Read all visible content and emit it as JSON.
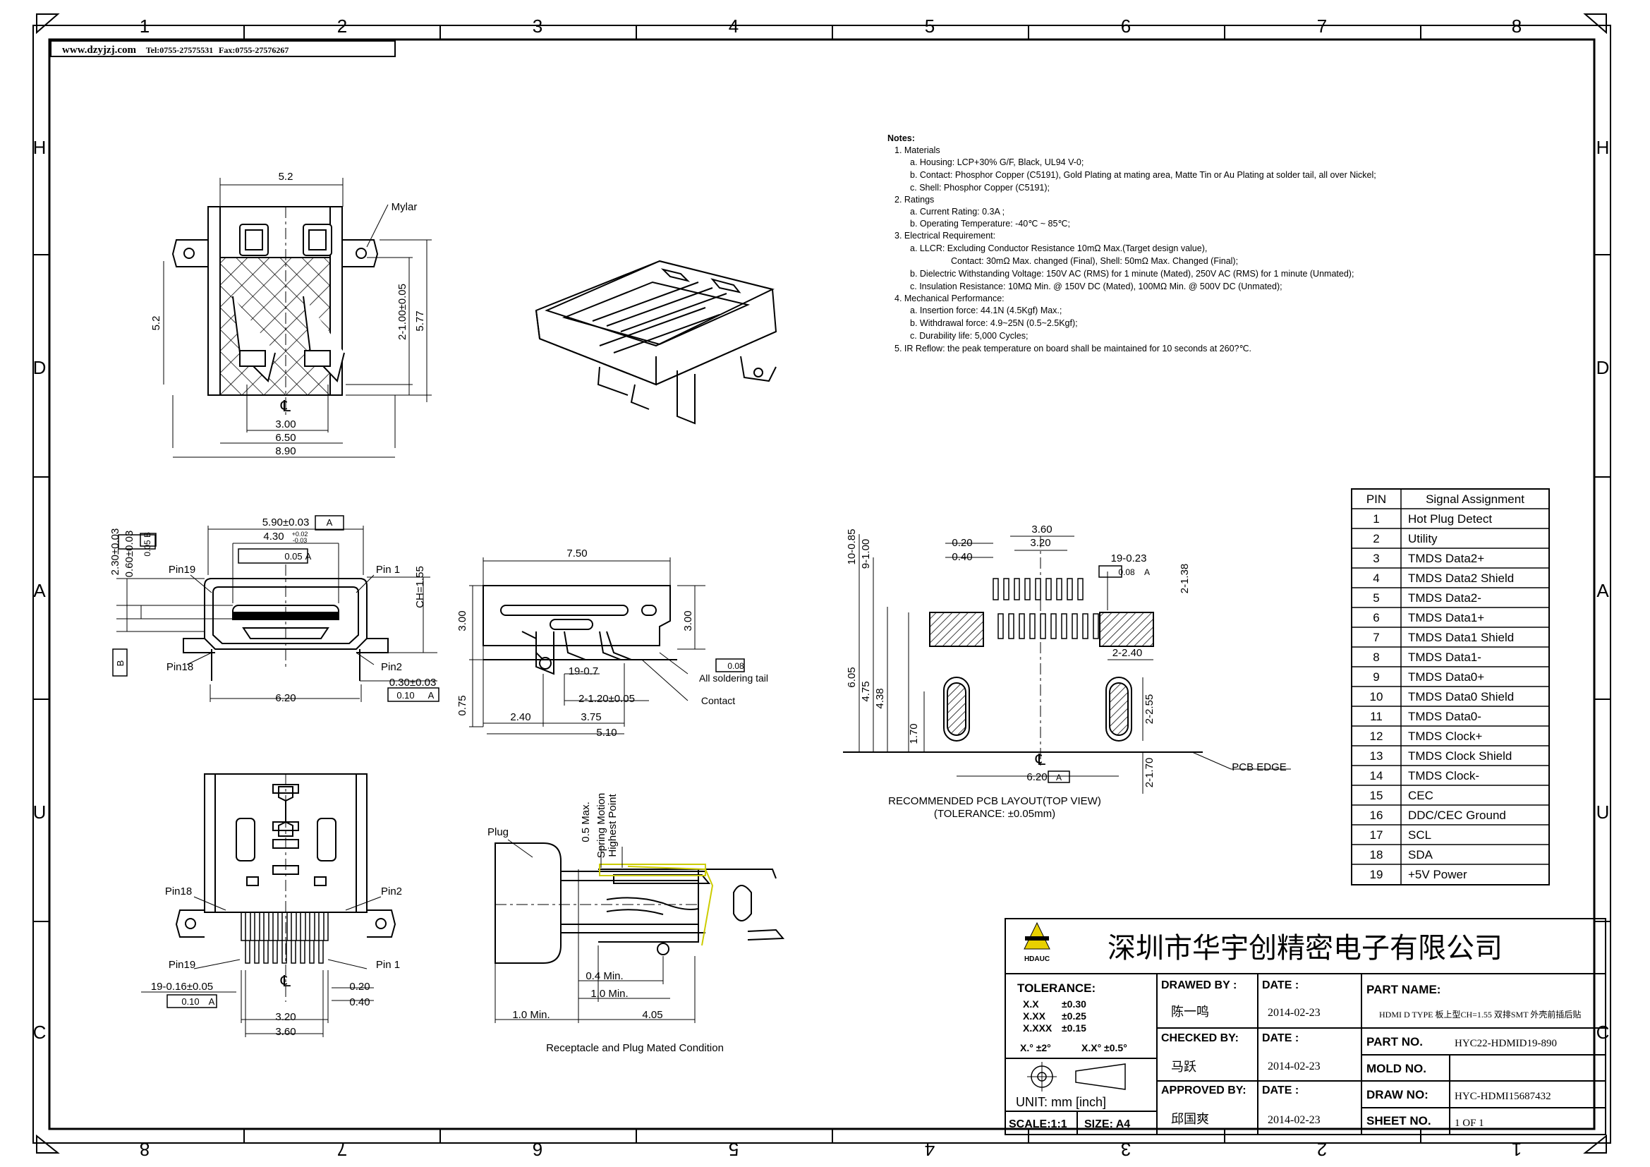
{
  "header": {
    "website": "www.dzyjzj.com",
    "tel": "Tel:0755-27575531",
    "fax": "Fax:0755-27576267"
  },
  "border": {
    "top_cols": [
      "1",
      "2",
      "3",
      "4",
      "5",
      "6",
      "7",
      "8"
    ],
    "bottom_cols": [
      "8",
      "7",
      "6",
      "5",
      "4",
      "3",
      "2",
      "1"
    ],
    "rows": [
      "H",
      "D",
      "A",
      "U",
      "C"
    ]
  },
  "notes": {
    "title": "Notes:",
    "lines": [
      "1. Materials",
      "a. Housing: LCP+30% G/F, Black, UL94 V-0;",
      "b. Contact: Phosphor Copper (C5191), Gold Plating at mating area, Matte Tin or Au Plating at solder tail, all over Nickel;",
      "c. Shell: Phosphor Copper (C5191);",
      "2. Ratings",
      "a. Current Rating: 0.3A ;",
      "b. Operating Temperature: -40℃ ~ 85℃;",
      "3. Electrical Requirement:",
      "a. LLCR: Excluding Conductor Resistance 10mΩ Max.(Target design value),",
      "Contact: 30mΩ Max. changed (Final), Shell: 50mΩ Max. Changed (Final);",
      "b. Dielectric Withstanding Voltage: 150V AC (RMS) for 1 minute (Mated), 250V AC (RMS) for 1 minute (Unmated);",
      "c. Insulation Resistance: 10MΩ Min. @ 150V DC (Mated), 100MΩ Min. @ 500V DC (Unmated);",
      "4. Mechanical Performance:",
      "a. Insertion force: 44.1N (4.5Kgf) Max.;",
      "b. Withdrawal force: 4.9~25N (0.5~2.5Kgf);",
      "c. Durability life: 5,000 Cycles;",
      "5. IR Reflow: the peak temperature on board shall be maintained for 10 seconds at 260?℃."
    ]
  },
  "pin_table": {
    "headers": [
      "PIN",
      "Signal Assignment"
    ],
    "rows": [
      [
        "1",
        "Hot Plug Detect"
      ],
      [
        "2",
        "Utility"
      ],
      [
        "3",
        "TMDS Data2+"
      ],
      [
        "4",
        "TMDS Data2 Shield"
      ],
      [
        "5",
        "TMDS Data2-"
      ],
      [
        "6",
        "TMDS Data1+"
      ],
      [
        "7",
        "TMDS Data1 Shield"
      ],
      [
        "8",
        "TMDS Data1-"
      ],
      [
        "9",
        "TMDS Data0+"
      ],
      [
        "10",
        "TMDS Data0 Shield"
      ],
      [
        "11",
        "TMDS Data0-"
      ],
      [
        "12",
        "TMDS Clock+"
      ],
      [
        "13",
        "TMDS Clock Shield"
      ],
      [
        "14",
        "TMDS Clock-"
      ],
      [
        "15",
        "CEC"
      ],
      [
        "16",
        "DDC/CEC Ground"
      ],
      [
        "17",
        "SCL"
      ],
      [
        "18",
        "SDA"
      ],
      [
        "19",
        "+5V Power"
      ]
    ]
  },
  "views": {
    "top": {
      "dims": [
        "5.2",
        "Mylar",
        "5.2",
        "2-1.00±0.05",
        "5.77",
        "℄",
        "3.00",
        "6.50",
        "8.90"
      ]
    },
    "front": {
      "dims": [
        "5.90±0.03",
        "A",
        "4.30",
        "+0.02",
        "-0.03",
        "0.05",
        "A",
        "2.30±0.03",
        "0.60±0.03",
        "0.05",
        "B",
        "Pin19",
        "Pin 1",
        "CH=1.55",
        "B",
        "Pin18",
        "Pin2",
        "0.30±0.03",
        "0.10",
        "A",
        "6.20"
      ]
    },
    "side": {
      "dims": [
        "7.50",
        "3.00",
        "3.00",
        "0.08",
        "All soldering tail",
        "19-0.7",
        "2-1.20±0.05",
        "Contact",
        "0.75",
        "2.40",
        "3.75",
        "5.10"
      ]
    },
    "pcb": {
      "dims": [
        "10-0.85",
        "9-1.00",
        "3.60",
        "3.20",
        "0.20",
        "0.40",
        "19-0.23",
        "0.08",
        "A",
        "2-1.38",
        "2-2.40",
        "6.05",
        "4.75",
        "4.38",
        "1.70",
        "2-2.55",
        "2-1.70",
        "℄",
        "6.20",
        "A",
        "PCB EDGE"
      ],
      "caption1": "RECOMMENDED PCB LAYOUT(TOP VIEW)",
      "caption2": "(TOLERANCE:  ±0.05mm)"
    },
    "bottom": {
      "dims": [
        "Pin18",
        "Pin2",
        "Pin19",
        "Pin 1",
        "19-0.16±0.05",
        "0.10",
        "A",
        "℄",
        "0.20",
        "0.40",
        "3.20",
        "3.60"
      ]
    },
    "mated": {
      "dims": [
        "Plug",
        "0.5 Max.",
        "Spring Motion",
        "Highest Point",
        "0.4 Min.",
        "1.0 Min.",
        "1.0 Min.",
        "4.05"
      ],
      "caption": "Receptacle and Plug Mated Condition"
    }
  },
  "title_block": {
    "company": "深圳市华宇创精密电子有限公司",
    "logo_text": "HDAUC",
    "tolerance_label": "TOLERANCE:",
    "tolerances": [
      [
        "X.X",
        "±0.30"
      ],
      [
        "X.XX",
        "±0.25"
      ],
      [
        "X.XXX",
        "±0.15"
      ]
    ],
    "angle_tol": [
      "X.°  ±2°",
      "X.X° ±0.5°"
    ],
    "unit": "UNIT:  mm  [inch]",
    "scale": "SCALE:1:1",
    "size": "SIZE: A4",
    "drawn_by_label": "DRAWED BY :",
    "drawn_by": "陈一鸣",
    "checked_by_label": "CHECKED BY:",
    "checked_by": "马跃",
    "approved_by_label": "APPROVED BY:",
    "approved_by": "邱国爽",
    "date_label": "DATE :",
    "date1": "2014-02-23",
    "date2": "2014-02-23",
    "date3": "2014-02-23",
    "part_name_label": "PART NAME:",
    "part_name": "HDMI D TYPE 板上型CH=1.55 双排SMT 外壳前插后贴",
    "part_no_label": "PART NO.",
    "part_no": "HYC22-HDMID19-890",
    "mold_no_label": "MOLD NO.",
    "mold_no": "",
    "draw_no_label": "DRAW NO:",
    "draw_no": "HYC-HDMI15687432",
    "sheet_no_label": "SHEET NO.",
    "sheet_no": "1 OF 1"
  }
}
